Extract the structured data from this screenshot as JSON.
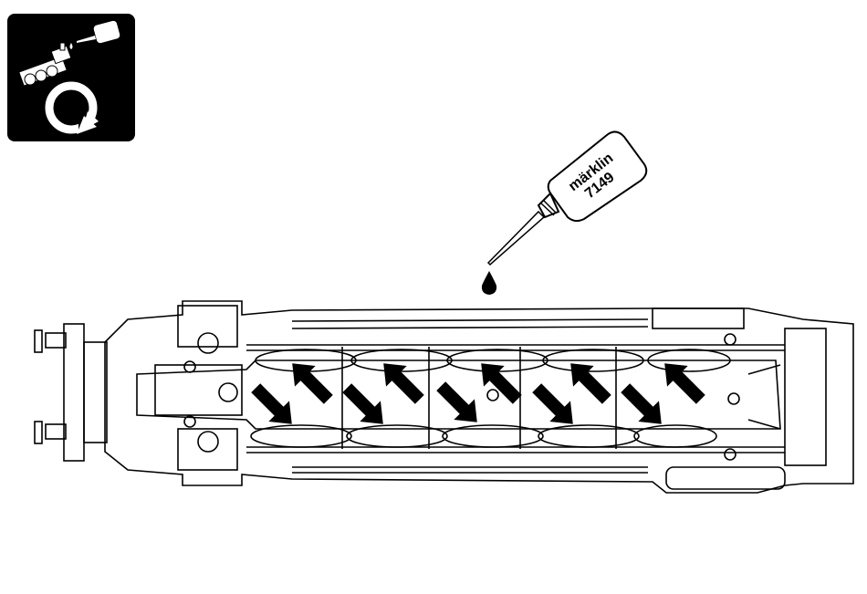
{
  "maintenance_icon": {
    "name": "lubrication-cycle-icon",
    "bg": "#000000",
    "fg": "#ffffff"
  },
  "oil_bottle": {
    "brand": "märklin",
    "product_number": "7149"
  },
  "locomotive": {
    "view": "underside",
    "lubrication_points": 10
  },
  "colors": {
    "line": "#000000",
    "paper": "#ffffff",
    "arrow": "#000000"
  }
}
